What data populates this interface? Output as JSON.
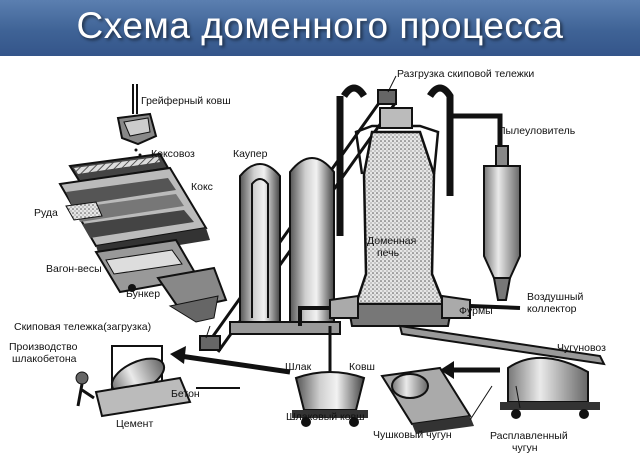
{
  "title": "Схема доменного процесса",
  "labels": {
    "skip_unload": "Разгрузка скиповой тележки",
    "grab_bucket": "Грейферный ковш",
    "coke_car": "Коксовоз",
    "cowper": "Каупер",
    "dust_catcher": "Пылеуловитель",
    "coke": "Кокс",
    "ore": "Руда",
    "blast_furnace_1": "Доменная",
    "blast_furnace_2": "печь",
    "weigh_car": "Вагон-весы",
    "bunker": "Бункер",
    "air_collector_1": "Воздушный",
    "air_collector_2": "коллектор",
    "tuyeres": "Фурмы",
    "skip_car_loading": "Скиповая тележка(загрузка)",
    "slag_concrete_1": "Производство",
    "slag_concrete_2": "шлакобетона",
    "iron_car": "Чугуновоз",
    "slag": "Шлак",
    "ladle": "Ковш",
    "concrete": "Бетон",
    "cement": "Цемент",
    "slag_ladle": "Шлаковый ковш",
    "pig_iron": "Чушковый чугун",
    "molten_1": "Расплавленный",
    "molten_2": "чугун"
  },
  "colors": {
    "title_bar": "#3f6396",
    "title_text": "#ffffff",
    "ink": "#111111"
  }
}
